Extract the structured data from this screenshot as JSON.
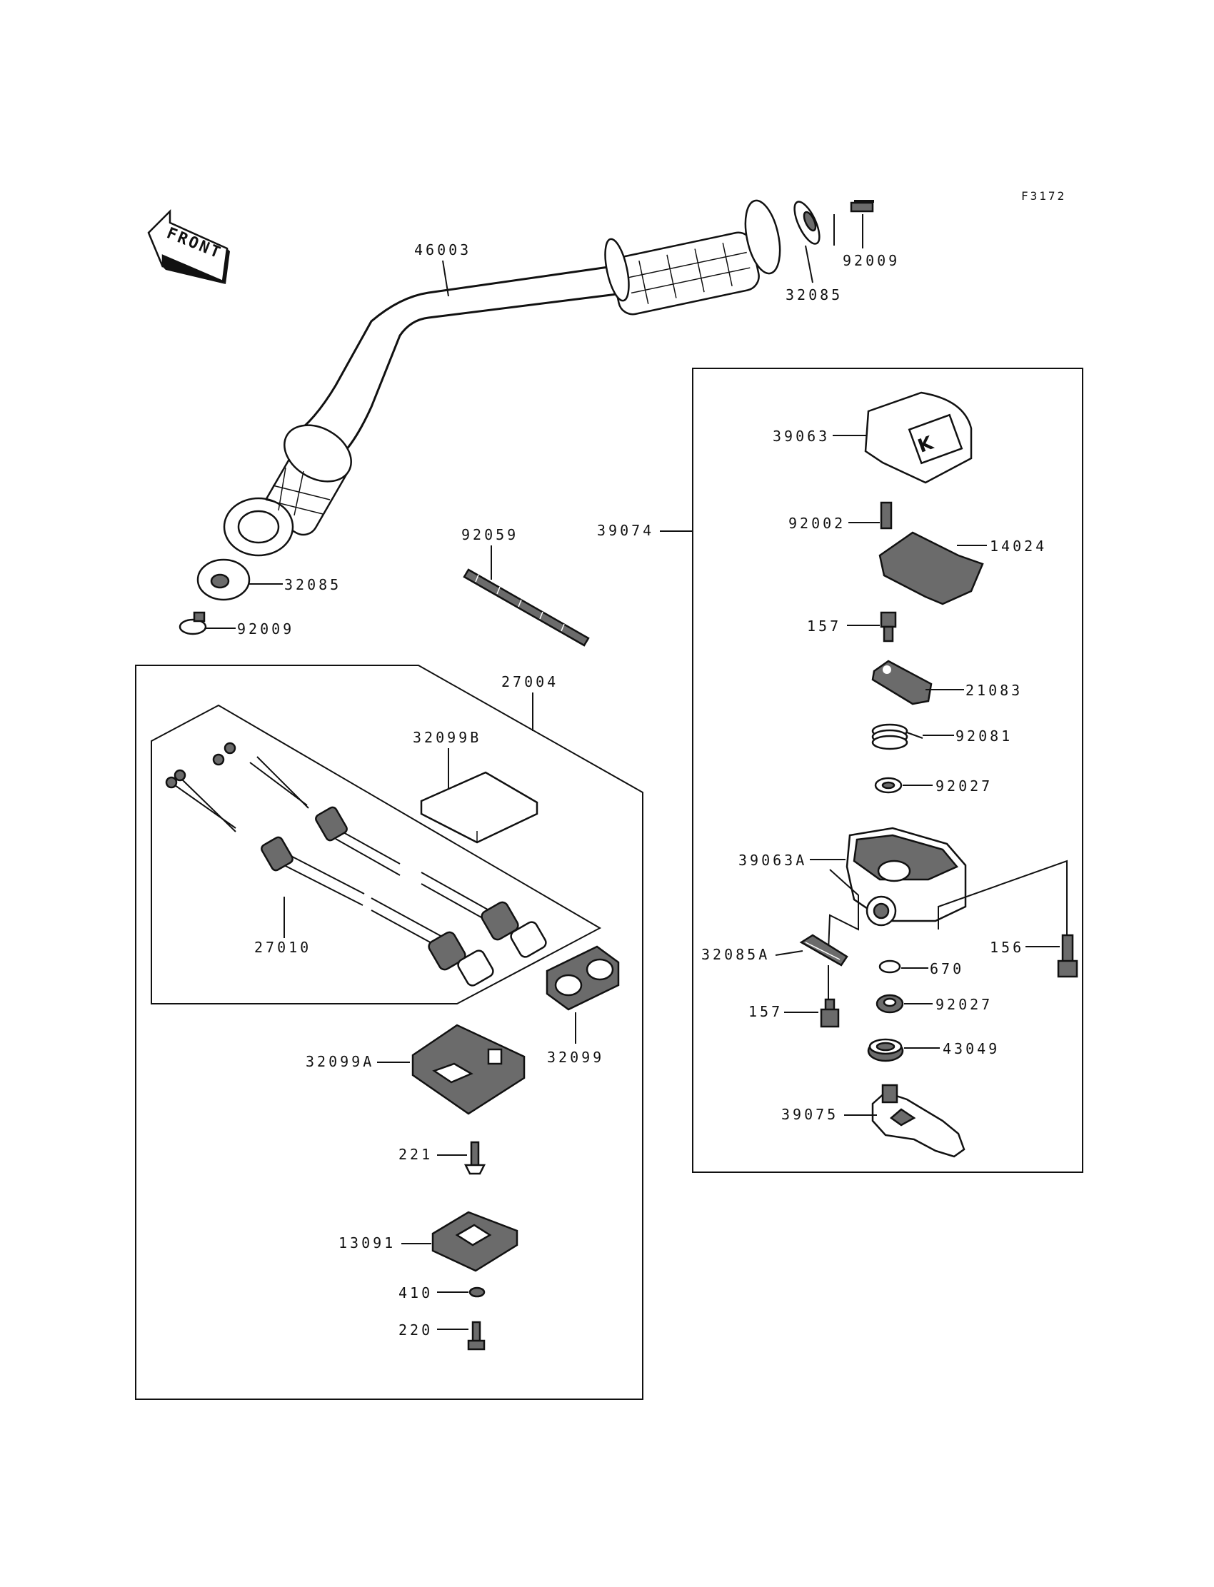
{
  "figure_code": "F3172",
  "front_label": "FRONT",
  "parts": {
    "handlebar": "46003",
    "grip_end_right": "32085",
    "screw_right": "92009",
    "grip_end_left": "32085",
    "screw_left": "92009",
    "wrap": "92059",
    "switch_assy": "27004",
    "cover_b": "32099B",
    "cable_assy": "27010",
    "cover_c": "32099",
    "housing_a": "32099A",
    "screw_221": "221",
    "clamp": "13091",
    "washer_410": "410",
    "bolt_220": "220",
    "throttle_assy": "39074",
    "throttle_cover": "39063",
    "screw_92002": "92002",
    "plate_14024": "14024",
    "bolt_157_top": "157",
    "lever_21083": "21083",
    "spring_92081": "92081",
    "washer_92027_top": "92027",
    "case_39063a": "39063A",
    "grip_end_32085a": "32085A",
    "bolt_157_bottom": "157",
    "bolt_156": "156",
    "oring_670": "670",
    "washer_92027_bottom": "92027",
    "seal_43049": "43049",
    "lever_39075": "39075"
  }
}
